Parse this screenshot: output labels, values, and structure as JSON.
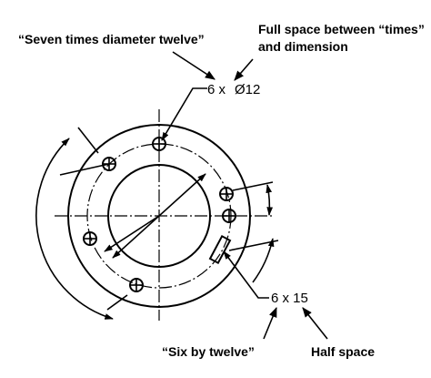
{
  "annotations": {
    "top_left": "“Seven times diameter twelve”",
    "top_right_line1": "Full space between “times”",
    "top_right_line2": "and dimension",
    "bottom_left": "“Six by twelve”",
    "bottom_right": "Half space"
  },
  "callouts": {
    "hole_note_count": "6 x",
    "hole_note_diameter": "Ø12",
    "slot_note": "6 x 15"
  },
  "colors": {
    "ink": "#000000",
    "background": "#ffffff"
  }
}
